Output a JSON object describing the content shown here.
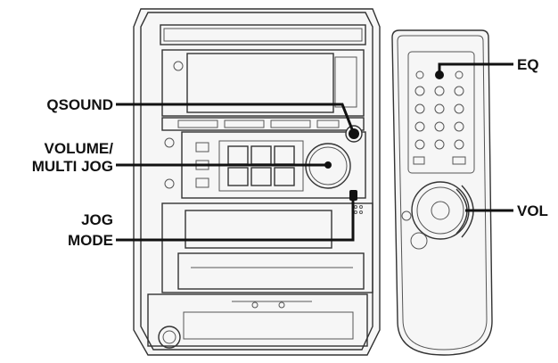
{
  "labels": {
    "qsound": "QSOUND",
    "volume_line1": "VOLUME/",
    "volume_line2": "MULTI JOG",
    "jog_line1": "JOG",
    "jog_line2": "MODE",
    "eq": "EQ",
    "vol": "VOL"
  },
  "icons": {
    "stereo_unit": "mini-hifi-system-front-illustration",
    "remote": "remote-control-illustration"
  },
  "colors": {
    "ink": "#111111",
    "background": "#ffffff"
  }
}
